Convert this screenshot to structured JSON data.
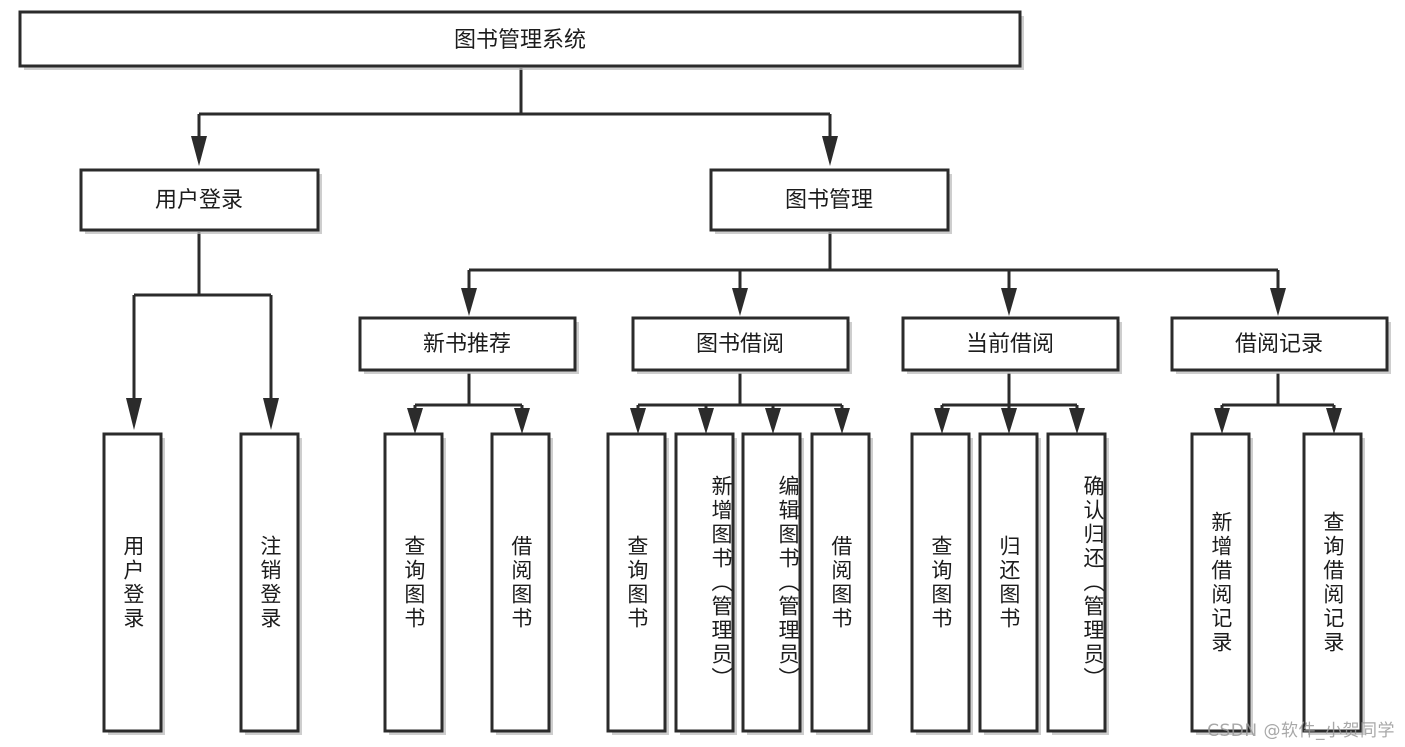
{
  "diagram": {
    "title": "图书管理系统",
    "type": "functional-decomposition-tree",
    "orientation": "top-down",
    "levels": 4,
    "colors": {
      "box_stroke": "#2b2b2b",
      "box_fill": "#ffffff",
      "connector": "#2b2b2b",
      "text": "#1c1c1c",
      "watermark": "#9a9a9a",
      "background": "#ffffff"
    },
    "root": {
      "label": "图书管理系统",
      "orientation": "horizontal"
    },
    "level2": [
      {
        "label": "用户登录",
        "orientation": "horizontal"
      },
      {
        "label": "图书管理",
        "orientation": "horizontal"
      }
    ],
    "level3": [
      {
        "label": "新书推荐",
        "orientation": "horizontal"
      },
      {
        "label": "图书借阅",
        "orientation": "horizontal"
      },
      {
        "label": "当前借阅",
        "orientation": "horizontal"
      },
      {
        "label": "借阅记录",
        "orientation": "horizontal"
      }
    ],
    "leaves": {
      "user_login": [
        {
          "label": "用户登录",
          "orientation": "vertical"
        },
        {
          "label": "注销登录",
          "orientation": "vertical"
        }
      ],
      "new_book_recommend": [
        {
          "label": "查询图书",
          "orientation": "vertical"
        },
        {
          "label": "借阅图书",
          "orientation": "vertical"
        }
      ],
      "book_borrow": [
        {
          "label": "查询图书",
          "orientation": "vertical"
        },
        {
          "label": "新增图书（管理员）",
          "orientation": "vertical"
        },
        {
          "label": "编辑图书（管理员）",
          "orientation": "vertical"
        },
        {
          "label": "借阅图书",
          "orientation": "vertical"
        }
      ],
      "current_borrow": [
        {
          "label": "查询图书",
          "orientation": "vertical"
        },
        {
          "label": "归还图书",
          "orientation": "vertical"
        },
        {
          "label": "确认归还（管理员）",
          "orientation": "vertical"
        }
      ],
      "borrow_records": [
        {
          "label": "新增借阅记录",
          "orientation": "vertical"
        },
        {
          "label": "查询借阅记录",
          "orientation": "vertical"
        }
      ]
    },
    "watermark": "CSDN @软件_小贺同学"
  }
}
